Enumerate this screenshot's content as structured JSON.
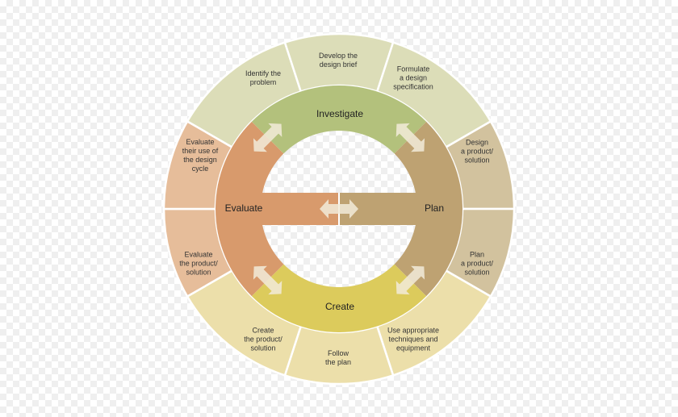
{
  "diagram": {
    "stages": {
      "investigate": "Investigate",
      "plan": "Plan",
      "create": "Create",
      "evaluate": "Evaluate"
    },
    "steps": {
      "identify": "Identify the\nproblem",
      "develop_brief": "Develop the\ndesign brief",
      "formulate_spec": "Formulate\na design\nspecification",
      "design_product": "Design\na product/\nsolution",
      "plan_product": "Plan\na product/\nsolution",
      "techniques": "Use appropriate\ntechniques and\nequipment",
      "follow_plan": "Follow\nthe plan",
      "create_product": "Create\nthe product/\nsolution",
      "evaluate_product": "Evaluate\nthe product/\nsolution",
      "evaluate_cycle": "Evaluate\ntheir use of\nthe design\ncycle"
    },
    "colors": {
      "investigate": "#b3c17c",
      "investigate_light": "#dcddb8",
      "plan": "#bea272",
      "plan_light": "#d2c29e",
      "create": "#dccb5c",
      "create_light": "#ecdfaa",
      "evaluate": "#d89a6c",
      "evaluate_light": "#e6bd9a",
      "arrow": "#f2ebd9"
    }
  }
}
